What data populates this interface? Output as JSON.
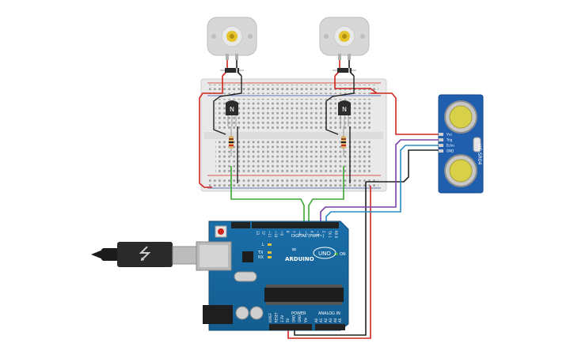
{
  "diagram": {
    "components": {
      "motor_left": {
        "kind": "dc-motor"
      },
      "motor_right": {
        "kind": "dc-motor"
      },
      "breadboard": {
        "kind": "half-breadboard"
      },
      "transistor_left": {
        "kind": "npn-transistor",
        "label": "N"
      },
      "transistor_right": {
        "kind": "npn-transistor",
        "label": "N"
      },
      "sensor": {
        "kind": "ultrasonic-sensor",
        "model": "HC-SR04",
        "pins": [
          "Vcc",
          "Trig",
          "Echo",
          "GND"
        ]
      },
      "arduino": {
        "kind": "arduino-uno",
        "logo_text": "ARDUINO",
        "uno_text": "UNO",
        "digital_header": "DIGITAL (PWM~)",
        "power_header": "POWER",
        "analog_header": "ANALOG IN",
        "led_labels": [
          "L",
          "TX",
          "RX",
          "ON"
        ],
        "digital_pins": [
          "13",
          "12",
          "~11",
          "~10",
          "~9",
          "8",
          "7",
          "~6",
          "~5",
          "4",
          "~3",
          "2",
          "TX 1",
          "RX 0"
        ],
        "power_pins": [
          "IOREF",
          "RESET",
          "3.3V",
          "5V",
          "GND",
          "GND",
          "Vin"
        ],
        "analog_pins": [
          "A0",
          "A1",
          "A2",
          "A3",
          "A4",
          "A5"
        ]
      }
    },
    "wire_colors": {
      "power": "#d0261d",
      "ground": "#222222",
      "signal": "#3aa835",
      "trigger": "#7a3fa8",
      "echo": "#2a8cc4"
    }
  }
}
